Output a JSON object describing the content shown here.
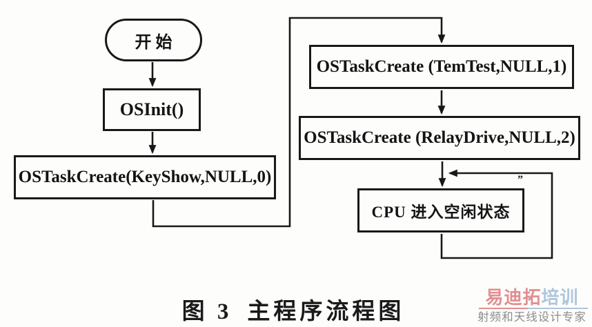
{
  "figure": {
    "type": "flowchart",
    "nodes": {
      "start": {
        "label": "开始",
        "shape": "stadium"
      },
      "osinit": {
        "label": "OSInit()",
        "shape": "rect"
      },
      "keyshow": {
        "label": "OSTaskCreate(KeyShow,NULL,0)",
        "shape": "rect"
      },
      "temtest": {
        "label": "OSTaskCreate (TemTest,NULL,1)",
        "shape": "rect"
      },
      "relaydrive": {
        "label": "OSTaskCreate (RelayDrive,NULL,2)",
        "shape": "rect"
      },
      "cpu_idle": {
        "label": "CPU 进入空闲状态",
        "shape": "rect"
      }
    },
    "edges": [
      {
        "from": "start",
        "to": "osinit"
      },
      {
        "from": "osinit",
        "to": "keyshow"
      },
      {
        "from": "keyshow",
        "to": "temtest"
      },
      {
        "from": "temtest",
        "to": "relaydrive"
      },
      {
        "from": "relaydrive",
        "to": "cpu_idle"
      },
      {
        "from": "cpu_idle",
        "to": "cpu_idle",
        "note": "loop back into itself"
      }
    ],
    "stray_mark": "”",
    "caption": {
      "prefix": "图 3",
      "title": "主程序流程图"
    },
    "ink_color": "#181818"
  },
  "watermark": {
    "logo_primary": "易迪拓",
    "logo_secondary": "培训",
    "tagline": "射频和天线设计专家",
    "colors": {
      "logo_primary": "#e28e90",
      "logo_secondary": "#aec6dc",
      "tagline": "#8c8c8c"
    }
  }
}
